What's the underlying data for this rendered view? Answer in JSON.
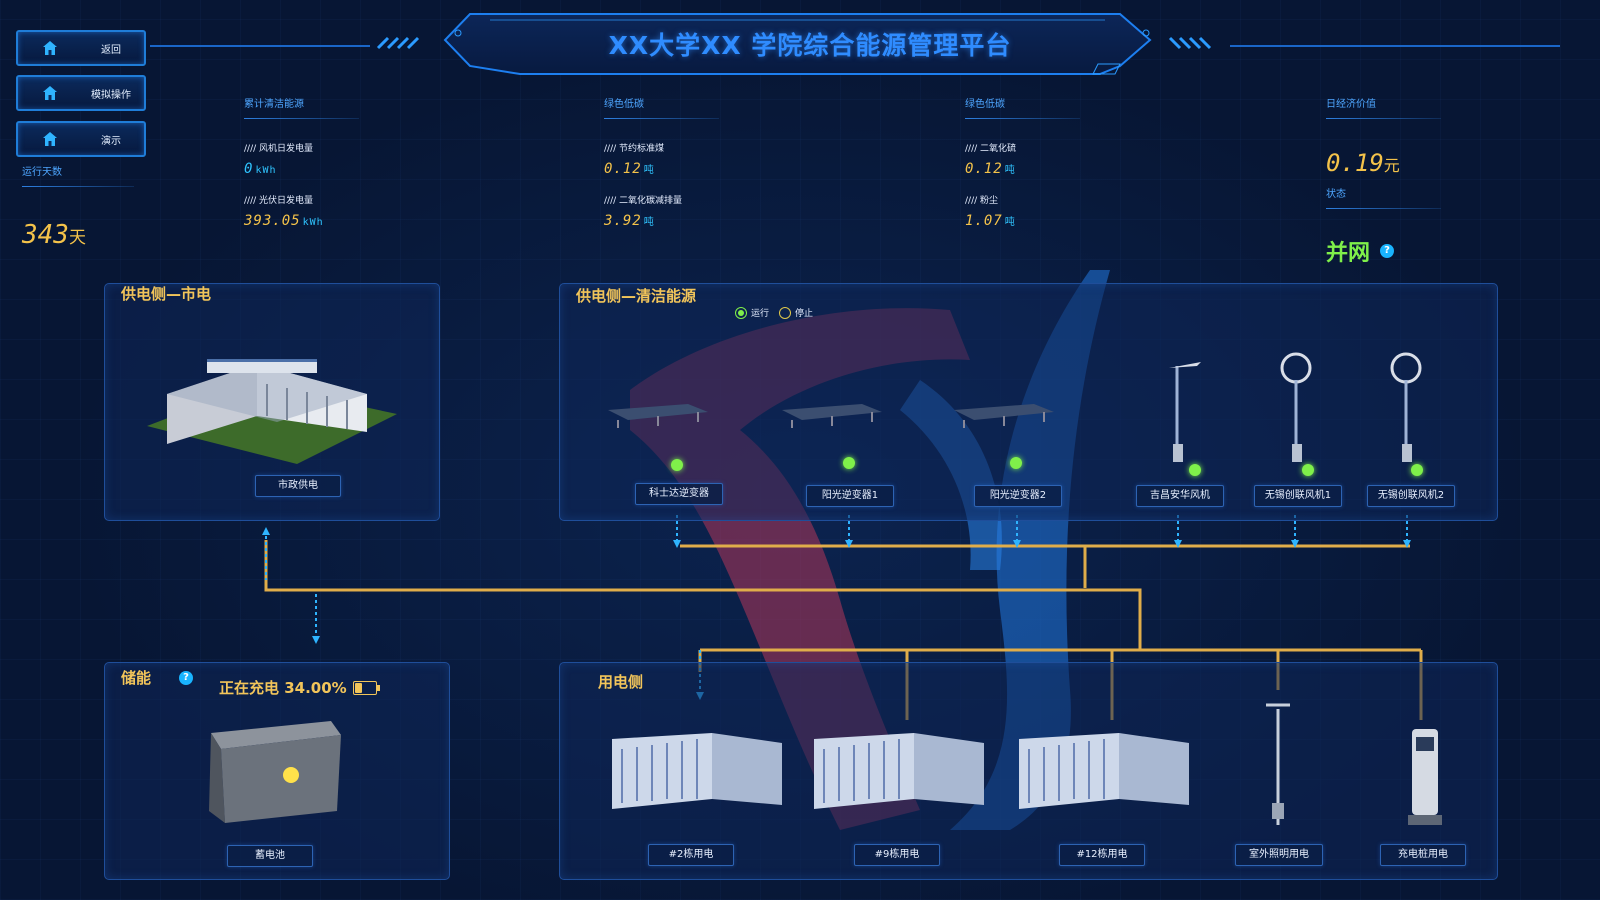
{
  "header": {
    "title": "XX大学XX 学院综合能源管理平台"
  },
  "nav": [
    {
      "label": "返回",
      "icon": "home-icon"
    },
    {
      "label": "模拟操作",
      "icon": "home-icon"
    },
    {
      "label": "演示",
      "icon": "home-icon"
    }
  ],
  "run_days": {
    "label": "运行天数",
    "value": "343",
    "unit": "天"
  },
  "stats": {
    "clean": {
      "heading": "累计清洁能源",
      "item1": {
        "label": "//// 风机日发电量",
        "value": "0",
        "unit": "kWh"
      },
      "item2": {
        "label": "//// 光伏日发电量",
        "value": "393.05",
        "unit": "kWh"
      }
    },
    "green1": {
      "heading": "绿色低碳",
      "item1": {
        "label": "//// 节约标准煤",
        "value": "0.12",
        "unit": "吨"
      },
      "item2": {
        "label": "//// 二氧化碳减排量",
        "value": "3.92",
        "unit": "吨"
      }
    },
    "green2": {
      "heading": "绿色低碳",
      "item1": {
        "label": "//// 二氧化硫",
        "value": "0.12",
        "unit": "吨"
      },
      "item2": {
        "label": "//// 粉尘",
        "value": "1.07",
        "unit": "吨"
      }
    },
    "economy": {
      "heading": "日经济价值",
      "value": "0.19",
      "unit": "元",
      "status_label": "状态",
      "status_value": "并网"
    }
  },
  "panels": {
    "grid": {
      "title": "供电侧—市电",
      "tag": "市政供电"
    },
    "clean": {
      "title": "供电侧—清洁能源",
      "legend_run": "运行",
      "legend_stop": "停止",
      "devices": [
        "科士达逆变器",
        "阳光逆变器1",
        "阳光逆变器2",
        "吉昌安华风机",
        "无锡创联风机1",
        "无锡创联风机2"
      ]
    },
    "storage": {
      "title": "储能",
      "charge_text": "正在充电 34.00%",
      "charge_level": 0.34,
      "tag": "蓄电池"
    },
    "load": {
      "title": "用电侧",
      "devices": [
        "#2栋用电",
        "#9栋用电",
        "#12栋用电",
        "室外照明用电",
        "充电桩用电"
      ]
    }
  },
  "colors": {
    "accent": "#2f8cff",
    "gold": "#f2c55a",
    "line": "#e0ad4a",
    "status_green": "#7ff04a"
  }
}
